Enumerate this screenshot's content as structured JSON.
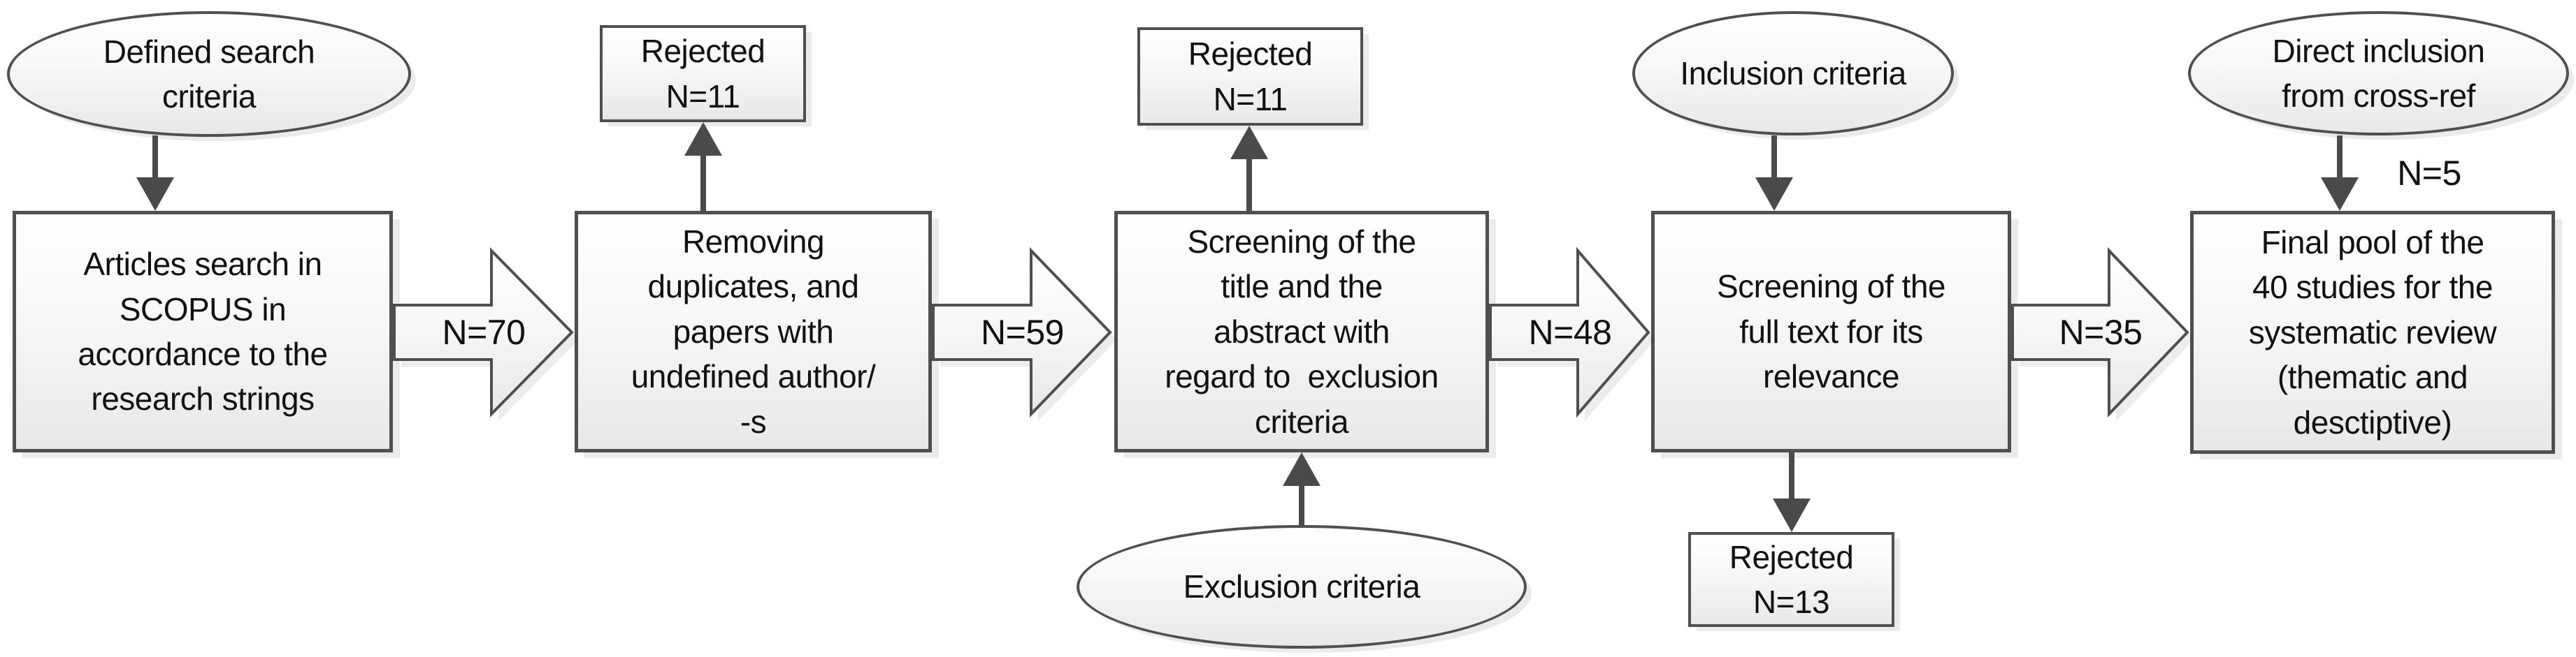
{
  "colors": {
    "border": "#4f4f4f",
    "connector": "#4a4a4a",
    "text": "#111111",
    "fill_top": "#ffffff",
    "fill_bottom": "#e8e8e8"
  },
  "ellipses": {
    "defined_search_criteria": "Defined search\ncriteria",
    "inclusion_criteria": "Inclusion criteria",
    "direct_inclusion": "Direct inclusion\nfrom cross-ref",
    "exclusion_criteria": "Exclusion criteria"
  },
  "boxes": {
    "articles_search": "Articles search in\nSCOPUS in\naccordance to the\nresearch strings",
    "removing_duplicates": "Removing\nduplicates, and\npapers with\nundefined author/\n-s",
    "screening_title_abstract": "Screening of the\ntitle and the\nabstract with\nregard to  exclusion\ncriteria",
    "screening_full_text": "Screening of the\nfull text for its\nrelevance",
    "final_pool": "Final pool of the\n40 studies for the\nsystematic review\n(thematic and\ndesctiptive)",
    "rejected_1": "Rejected\nN=11",
    "rejected_2": "Rejected\nN=11",
    "rejected_3": "Rejected\nN=13"
  },
  "flow_labels": {
    "n70": "N=70",
    "n59": "N=59",
    "n48": "N=48",
    "n35": "N=35",
    "n5": "N=5"
  }
}
